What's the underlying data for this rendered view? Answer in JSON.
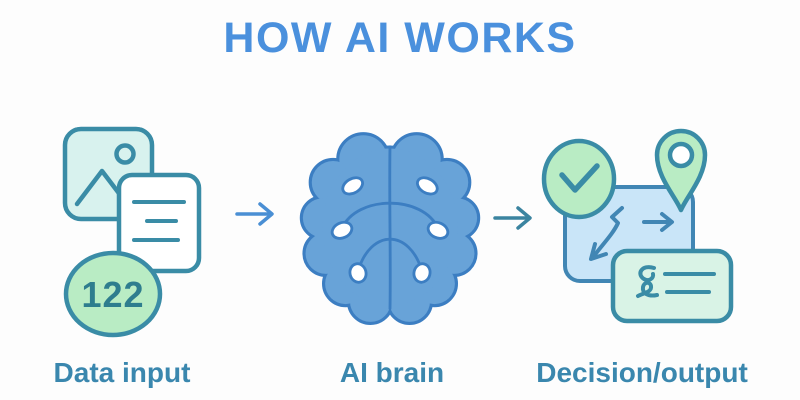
{
  "title": "HOW AI WORKS",
  "stages": [
    {
      "id": "data-input",
      "label": "Data input",
      "icons": [
        "image-icon",
        "document-icon",
        "count-badge-icon"
      ],
      "badge_value": "122"
    },
    {
      "id": "ai-brain",
      "label": "AI brain",
      "icons": [
        "brain-icon"
      ]
    },
    {
      "id": "decision-output",
      "label": "Decision/output",
      "icons": [
        "checkmark-circle-icon",
        "location-pin-icon",
        "route-arrow-icon",
        "right-arrow-icon",
        "note-card-icon"
      ]
    }
  ],
  "connectors": [
    {
      "icon": "arrow-right-icon"
    },
    {
      "icon": "arrow-right-icon"
    }
  ],
  "colors": {
    "background": "#fdfdfd",
    "title_blue": "#4a90dd",
    "label_teal": "#3a87ae",
    "stroke_teal": "#3a8ca6",
    "panel_stroke": "#4186b4",
    "mint_fill": "#d8f2ee",
    "green_fill": "#b9ecc4",
    "blue_panel_fill": "#c9e5f8",
    "mint_card_fill": "#d9f3e6",
    "brain_fill": "#68a3d8",
    "brain_stroke": "#3c7ec2",
    "arrow_blue": "#4a8fd4",
    "arrow_teal": "#3b84a0",
    "badge_text": "#2e7d8e"
  }
}
